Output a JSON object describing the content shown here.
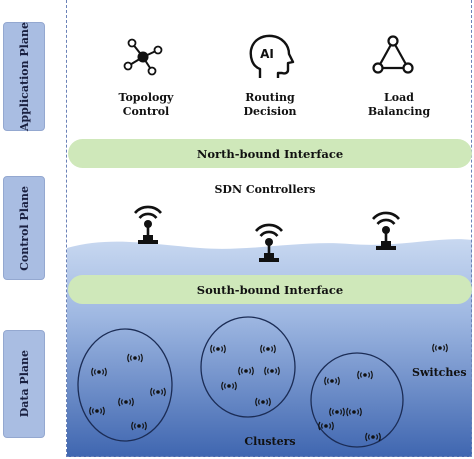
{
  "planes": {
    "application": "Application Plane",
    "control": "Control Plane",
    "data": "Data Plane"
  },
  "application": {
    "items": [
      {
        "label": "Topology\nControl",
        "icon": "network-topology-icon"
      },
      {
        "label": "Routing\nDecision",
        "icon": "ai-head-icon"
      },
      {
        "label": "Load\nBalancing",
        "icon": "triangle-nodes-icon"
      }
    ]
  },
  "interfaces": {
    "north": "North-bound Interface",
    "south": "South-bound Interface"
  },
  "control": {
    "controllers_label": "SDN Controllers",
    "controller_icon": "antenna-controller-icon"
  },
  "data": {
    "switches_label": "Switches",
    "clusters_label": "Clusters",
    "switch_icon": "wireless-switch-icon"
  },
  "colors": {
    "tab": "#a9bde2",
    "interface_bar": "#cfe8ba",
    "water_light": "#c5d6ef",
    "water_deep": "#3f66b0",
    "dashed_border": "#6b82b8"
  }
}
